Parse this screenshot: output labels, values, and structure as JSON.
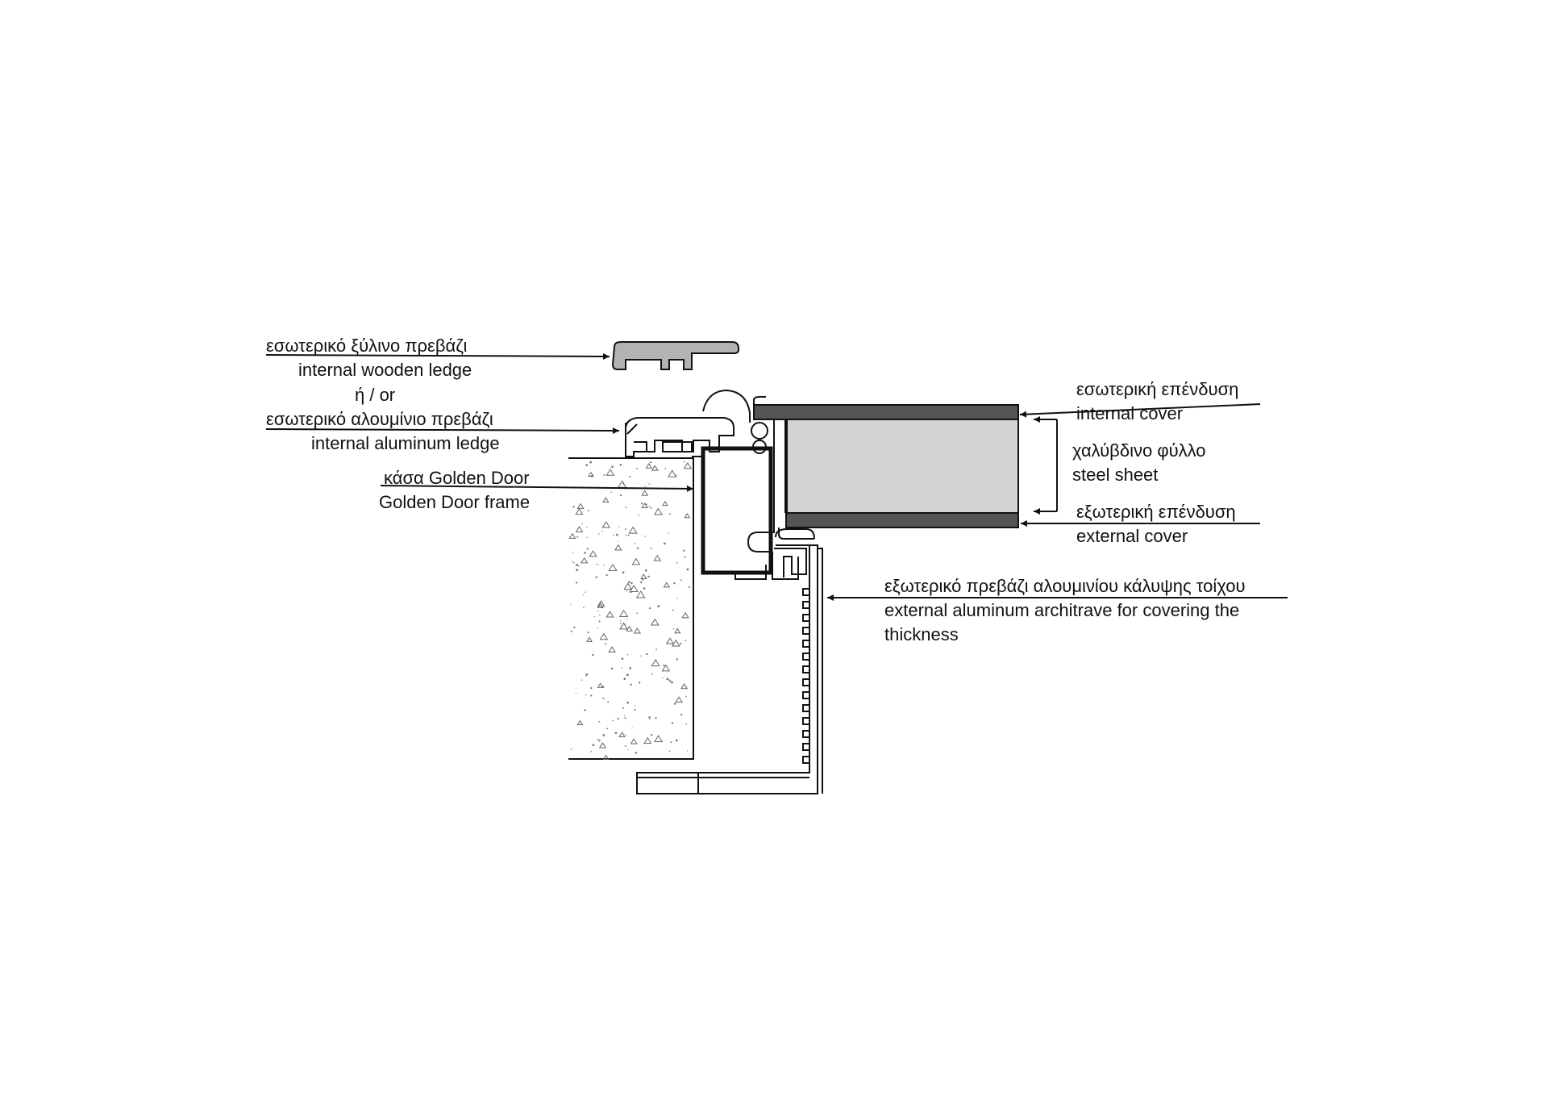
{
  "colors": {
    "line": "#111111",
    "cover_dark": "#555555",
    "steel_sheet": "#d4d4d4",
    "wooden_ledge": "#b3b3b3",
    "wall_fill": "#ffffff"
  },
  "labels": {
    "wooden_ledge_gr": "εσωτερικό ξύλινο πρεβάζι",
    "wooden_ledge_en": "internal wooden ledge",
    "or": "ή / or",
    "aluminum_ledge_gr": "εσωτερικό αλουμίνιο πρεβάζι",
    "aluminum_ledge_en": "internal aluminum ledge",
    "frame_gr": "κάσα Golden Door",
    "frame_en": "Golden Door frame",
    "internal_cover_gr": "εσωτερική επένδυση",
    "internal_cover_en": "internal cover",
    "steel_sheet_gr": "χαλύβδινο φύλλο",
    "steel_sheet_en": "steel sheet",
    "external_cover_gr": "εξωτερική επένδυση",
    "external_cover_en": "external cover",
    "architrave_gr": "εξωτερικό πρεβάζι αλουμινίου κάλυψης τοίχου",
    "architrave_en_1": "external aluminum architrave for covering the",
    "architrave_en_2": "thickness"
  }
}
